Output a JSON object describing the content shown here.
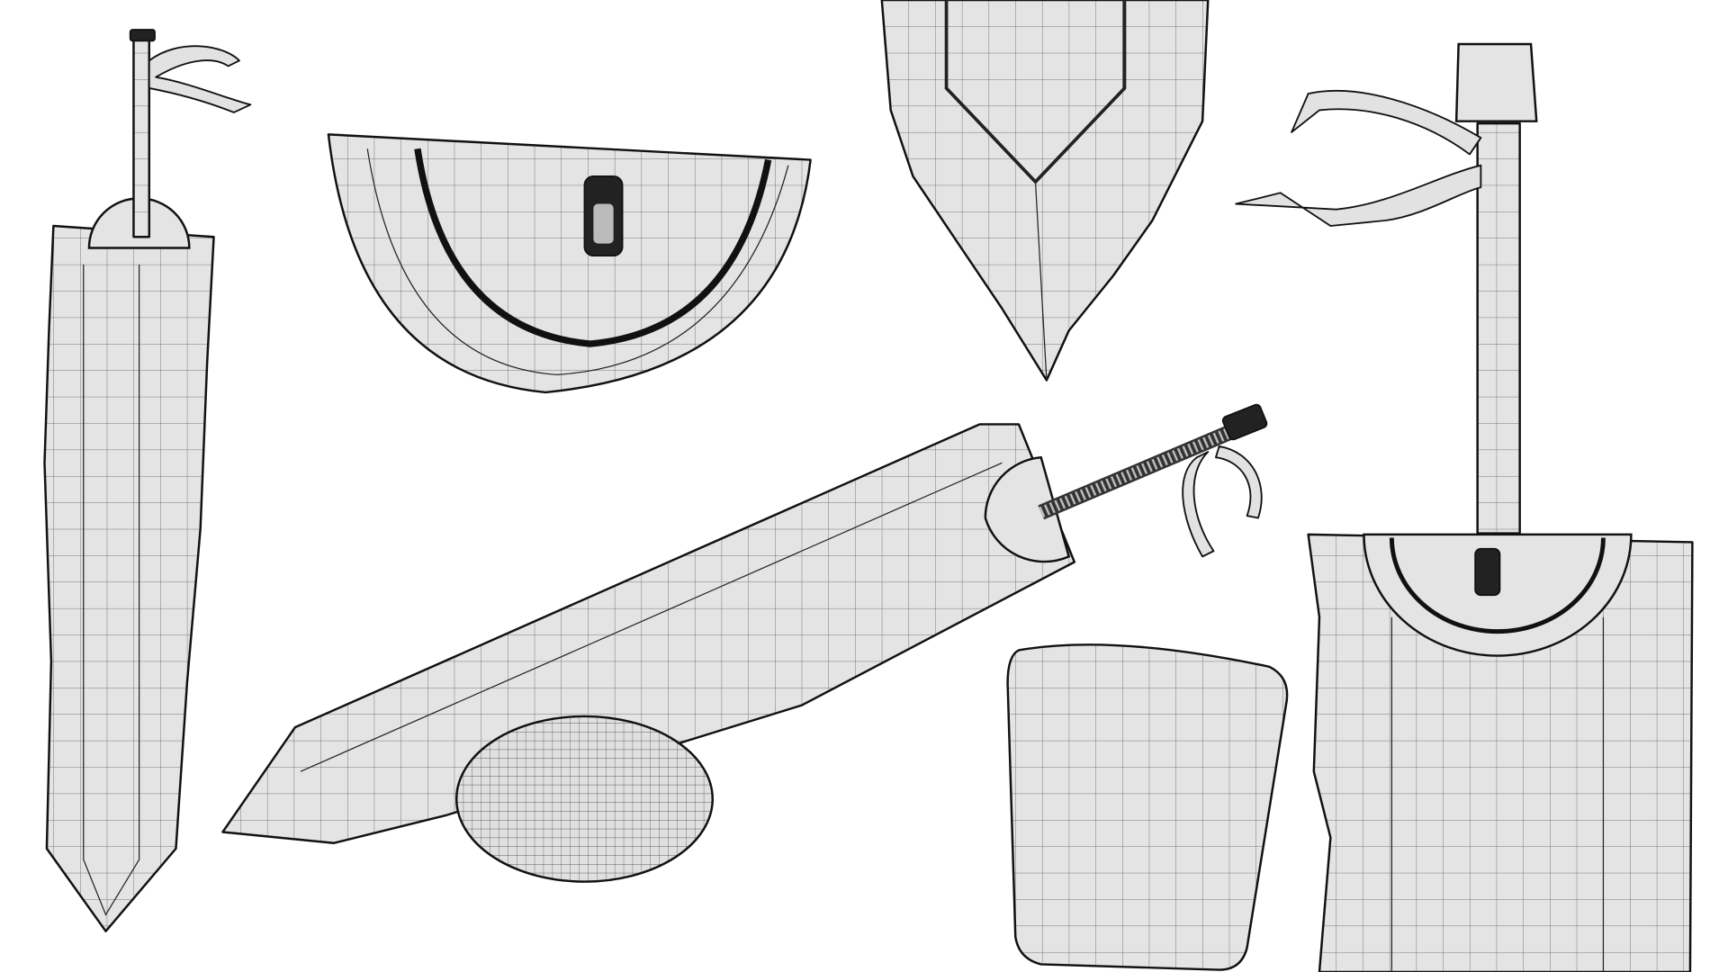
{
  "scene": {
    "background_color": "#ffffff",
    "mesh_fill_color": "#e4e4e4",
    "wire_color": "#111111",
    "objects": [
      {
        "name": "sword-vertical-left"
      },
      {
        "name": "guard-half-disc-closeup"
      },
      {
        "name": "blade-tip-closeup"
      },
      {
        "name": "sword-diagonal"
      },
      {
        "name": "rock"
      },
      {
        "name": "pommel-block-closeup"
      },
      {
        "name": "sword-hilt-closeup-right"
      }
    ]
  }
}
